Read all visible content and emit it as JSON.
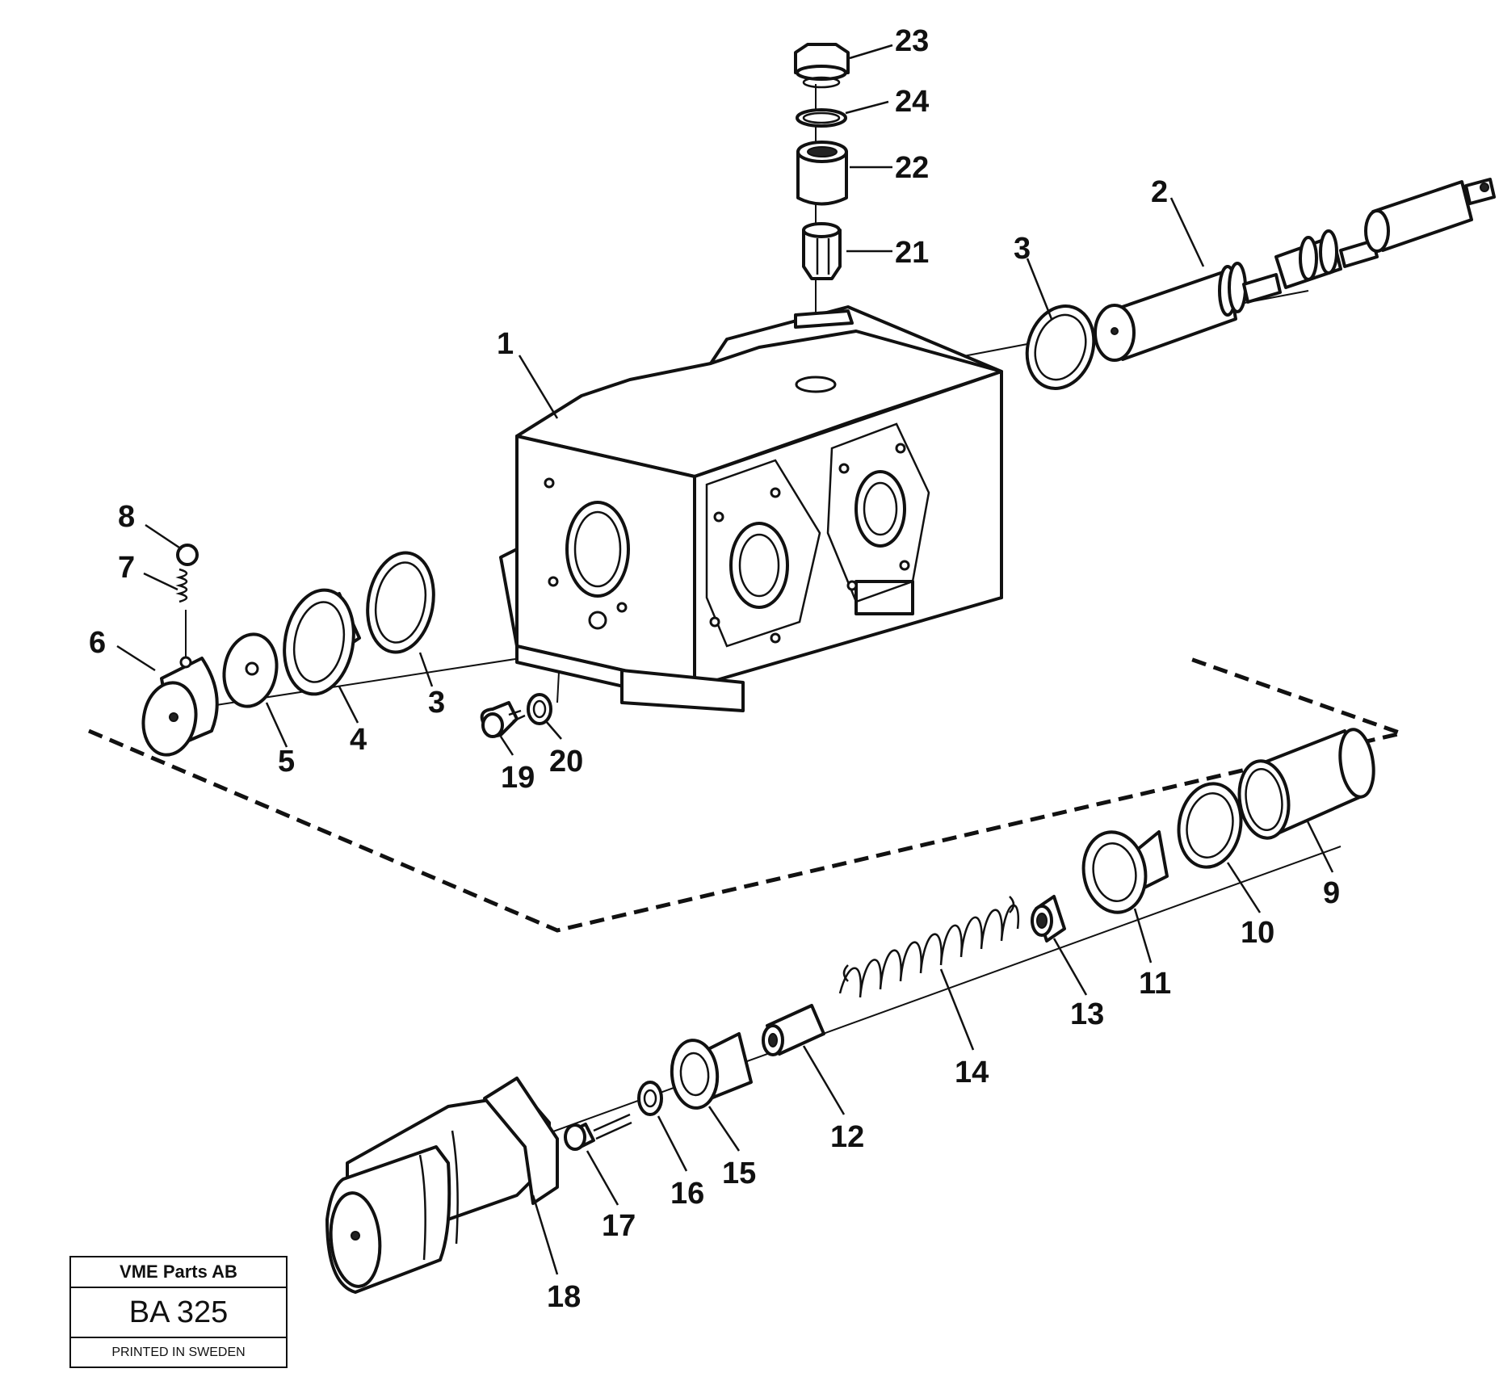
{
  "diagram": {
    "labels": {
      "p1": "1",
      "p2": "2",
      "p3a": "3",
      "p3b": "3",
      "p4": "4",
      "p5": "5",
      "p6": "6",
      "p7": "7",
      "p8": "8",
      "p9": "9",
      "p10": "10",
      "p11": "11",
      "p12": "12",
      "p13": "13",
      "p14": "14",
      "p15": "15",
      "p16": "16",
      "p17": "17",
      "p18": "18",
      "p19": "19",
      "p20": "20",
      "p21": "21",
      "p22": "22",
      "p23": "23",
      "p24": "24"
    }
  },
  "title_block": {
    "company": "VME Parts AB",
    "code": "BA 325",
    "printed": "PRINTED IN SWEDEN"
  }
}
